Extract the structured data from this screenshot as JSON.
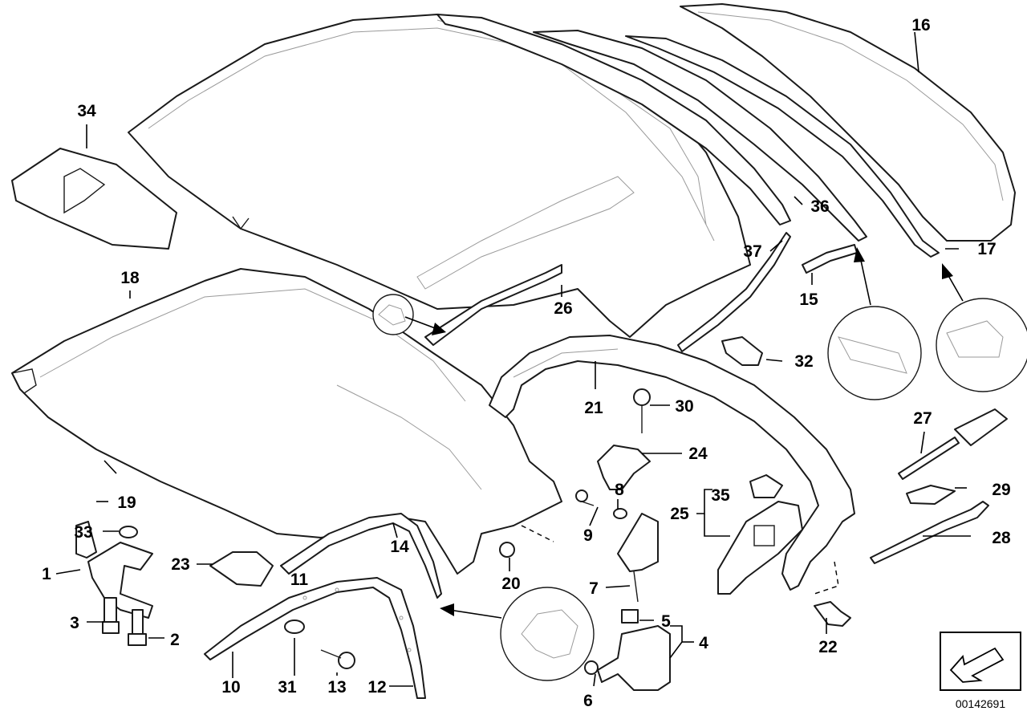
{
  "diagram": {
    "callouts": {
      "c1": "1",
      "c2": "2",
      "c3": "3",
      "c4": "4",
      "c5": "5",
      "c6": "6",
      "c7": "7",
      "c8": "8",
      "c9": "9",
      "c10": "10",
      "c11": "11",
      "c12": "12",
      "c13": "13",
      "c14": "14",
      "c15": "15",
      "c16": "16",
      "c17": "17",
      "c18": "18",
      "c19": "19",
      "c20": "20",
      "c21": "21",
      "c22": "22",
      "c23": "23",
      "c24": "24",
      "c25": "25",
      "c26": "26",
      "c27": "27",
      "c28": "28",
      "c29": "29",
      "c30": "30",
      "c31": "31",
      "c32": "32",
      "c33": "33",
      "c34": "34",
      "c35": "35",
      "c36": "36",
      "c37": "37"
    },
    "catalog_number": "00142691"
  }
}
